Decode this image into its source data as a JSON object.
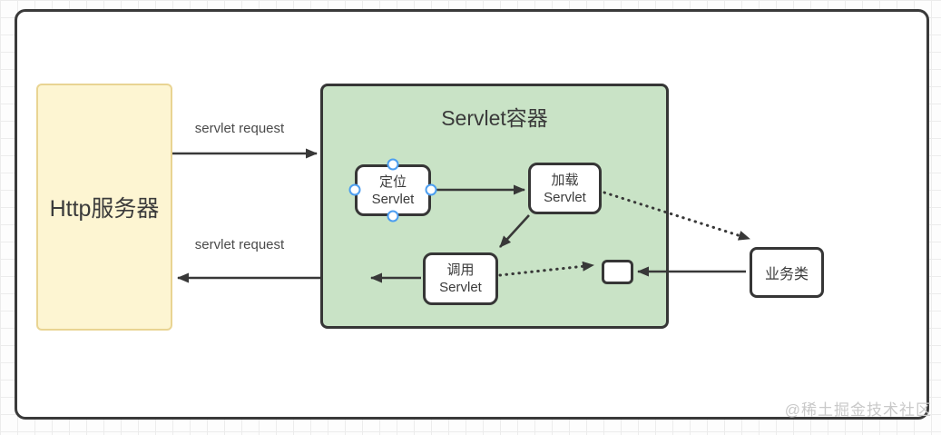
{
  "colors": {
    "panel-border": "#3a3a3a",
    "node-border": "#363636",
    "node-fill": "#ffffff",
    "yellow-fill": "#fdf5d2",
    "yellow-border": "#e9d492",
    "green-fill": "#c9e3c6",
    "handle-blue": "#4c9ef0",
    "arrow-dark": "#383838",
    "label-gray": "#4a4a4a",
    "watermark-gray": "#c9c9c9",
    "grid-line": "#ececec",
    "text-dark": "#3b3b3b"
  },
  "diagram": {
    "http_server": {
      "label": "Http服务器"
    },
    "servlet_container": {
      "title": "Servlet容器"
    },
    "nodes": {
      "locate": {
        "line1": "定位",
        "line2": "Servlet"
      },
      "load": {
        "line1": "加载",
        "line2": "Servlet"
      },
      "invoke": {
        "line1": "调用",
        "line2": "Servlet"
      },
      "business": {
        "label": "业务类"
      }
    },
    "edge_labels": {
      "request_top": "servlet request",
      "request_bottom": "servlet request"
    },
    "watermark": "@稀土掘金技术社区"
  }
}
